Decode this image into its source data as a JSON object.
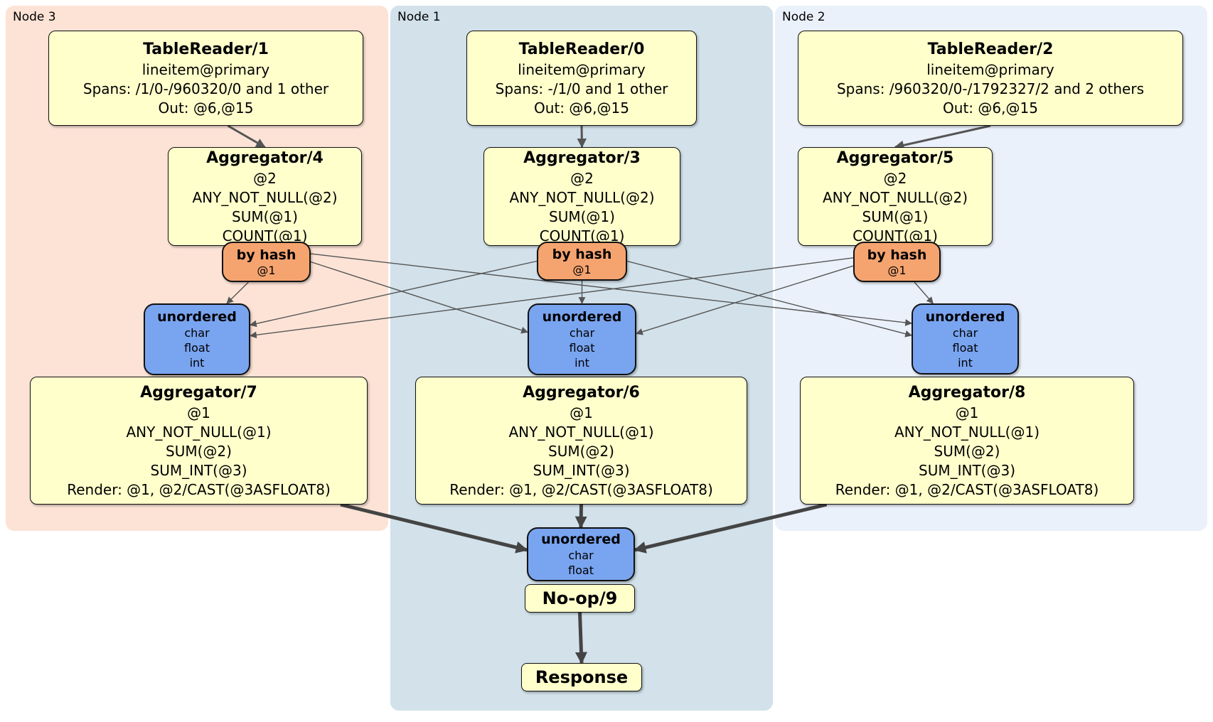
{
  "regions": [
    {
      "id": "n3",
      "label": "Node 3"
    },
    {
      "id": "n1",
      "label": "Node 1"
    },
    {
      "id": "n2",
      "label": "Node 2"
    }
  ],
  "boxes": {
    "tr1": {
      "title": "TableReader/1",
      "lines": [
        "lineitem@primary",
        "Spans: /1/0-/960320/0 and 1 other",
        "Out: @6,@15"
      ]
    },
    "agg4": {
      "title": "Aggregator/4",
      "lines": [
        "@2",
        "ANY_NOT_NULL(@2)",
        "SUM(@1)",
        "COUNT(@1)"
      ]
    },
    "hash3": {
      "title": "by hash",
      "lines": [
        "@1"
      ]
    },
    "sync3": {
      "title": "unordered",
      "lines": [
        "char",
        "float",
        "int"
      ]
    },
    "agg7": {
      "title": "Aggregator/7",
      "lines": [
        "@1",
        "ANY_NOT_NULL(@1)",
        "SUM(@2)",
        "SUM_INT(@3)",
        "Render: @1, @2/CAST(@3ASFLOAT8)"
      ]
    },
    "tr0": {
      "title": "TableReader/0",
      "lines": [
        "lineitem@primary",
        "Spans: -/1/0 and 1 other",
        "Out: @6,@15"
      ]
    },
    "agg3": {
      "title": "Aggregator/3",
      "lines": [
        "@2",
        "ANY_NOT_NULL(@2)",
        "SUM(@1)",
        "COUNT(@1)"
      ]
    },
    "hash1": {
      "title": "by hash",
      "lines": [
        "@1"
      ]
    },
    "sync1": {
      "title": "unordered",
      "lines": [
        "char",
        "float",
        "int"
      ]
    },
    "agg6": {
      "title": "Aggregator/6",
      "lines": [
        "@1",
        "ANY_NOT_NULL(@1)",
        "SUM(@2)",
        "SUM_INT(@3)",
        "Render: @1, @2/CAST(@3ASFLOAT8)"
      ]
    },
    "tr2": {
      "title": "TableReader/2",
      "lines": [
        "lineitem@primary",
        "Spans: /960320/0-/1792327/2 and 2 others",
        "Out: @6,@15"
      ]
    },
    "agg5": {
      "title": "Aggregator/5",
      "lines": [
        "@2",
        "ANY_NOT_NULL(@2)",
        "SUM(@1)",
        "COUNT(@1)"
      ]
    },
    "hash2": {
      "title": "by hash",
      "lines": [
        "@1"
      ]
    },
    "sync2": {
      "title": "unordered",
      "lines": [
        "char",
        "float",
        "int"
      ]
    },
    "agg8": {
      "title": "Aggregator/8",
      "lines": [
        "@1",
        "ANY_NOT_NULL(@1)",
        "SUM(@2)",
        "SUM_INT(@3)",
        "Render: @1, @2/CAST(@3ASFLOAT8)"
      ]
    },
    "syncF": {
      "title": "unordered",
      "lines": [
        "char",
        "float"
      ]
    },
    "noop": {
      "title": "No-op/9",
      "lines": []
    },
    "resp": {
      "title": "Response",
      "lines": []
    }
  },
  "edges": [
    {
      "from": "tr1",
      "fromSide": "bottom",
      "fromFrac": 0.57,
      "to": "agg4",
      "toSide": "top",
      "toFrac": 0.5,
      "kind": "med"
    },
    {
      "from": "tr0",
      "fromSide": "bottom",
      "fromFrac": 0.5,
      "to": "agg3",
      "toSide": "top",
      "toFrac": 0.5,
      "kind": "med"
    },
    {
      "from": "tr2",
      "fromSide": "bottom",
      "fromFrac": 0.5,
      "to": "agg5",
      "toSide": "top",
      "toFrac": 0.5,
      "kind": "med"
    },
    {
      "from": "hash3",
      "fromSide": "bottom",
      "fromFrac": 0.3,
      "to": "sync3",
      "toSide": "top",
      "toFrac": 0.78,
      "kind": "thin"
    },
    {
      "from": "hash3",
      "fromSide": "right",
      "fromFrac": 0.5,
      "to": "sync1",
      "toSide": "left",
      "toFrac": 0.4,
      "kind": "thin"
    },
    {
      "from": "hash3",
      "fromSide": "right",
      "fromFrac": 0.3,
      "to": "sync2",
      "toSide": "left",
      "toFrac": 0.28,
      "kind": "thin"
    },
    {
      "from": "hash1",
      "fromSide": "left",
      "fromFrac": 0.5,
      "to": "sync3",
      "toSide": "right",
      "toFrac": 0.3,
      "kind": "thin"
    },
    {
      "from": "hash1",
      "fromSide": "bottom",
      "fromFrac": 0.5,
      "to": "sync1",
      "toSide": "top",
      "toFrac": 0.5,
      "kind": "thin"
    },
    {
      "from": "hash1",
      "fromSide": "right",
      "fromFrac": 0.5,
      "to": "sync2",
      "toSide": "left",
      "toFrac": 0.45,
      "kind": "thin"
    },
    {
      "from": "hash2",
      "fromSide": "left",
      "fromFrac": 0.4,
      "to": "sync3",
      "toSide": "right",
      "toFrac": 0.45,
      "kind": "thin"
    },
    {
      "from": "hash2",
      "fromSide": "left",
      "fromFrac": 0.6,
      "to": "sync1",
      "toSide": "right",
      "toFrac": 0.42,
      "kind": "thin"
    },
    {
      "from": "hash2",
      "fromSide": "bottom",
      "fromFrac": 0.7,
      "to": "sync2",
      "toSide": "top",
      "toFrac": 0.2,
      "kind": "thin"
    },
    {
      "from": "agg7",
      "fromSide": "bottom",
      "fromFrac": 0.92,
      "to": "syncF",
      "toSide": "left",
      "toFrac": 0.42,
      "kind": "thick"
    },
    {
      "from": "agg6",
      "fromSide": "bottom",
      "fromFrac": 0.5,
      "to": "syncF",
      "toSide": "top",
      "toFrac": 0.5,
      "kind": "thick"
    },
    {
      "from": "agg8",
      "fromSide": "bottom",
      "fromFrac": 0.08,
      "to": "syncF",
      "toSide": "right",
      "toFrac": 0.42,
      "kind": "thick"
    },
    {
      "from": "noop",
      "fromSide": "bottom",
      "fromFrac": 0.5,
      "to": "resp",
      "toSide": "top",
      "toFrac": 0.5,
      "kind": "thick"
    }
  ],
  "colors": {
    "node3_bg": "#fce3d6",
    "node1_bg": "#d2e1ea",
    "node2_bg": "#ebf1fa",
    "processor_fill": "#ffffcc",
    "router_fill": "#f5a470",
    "sync_fill": "#79a4f0",
    "edge_thin": "#555555",
    "edge_thick": "#444444",
    "border": "#111111"
  }
}
